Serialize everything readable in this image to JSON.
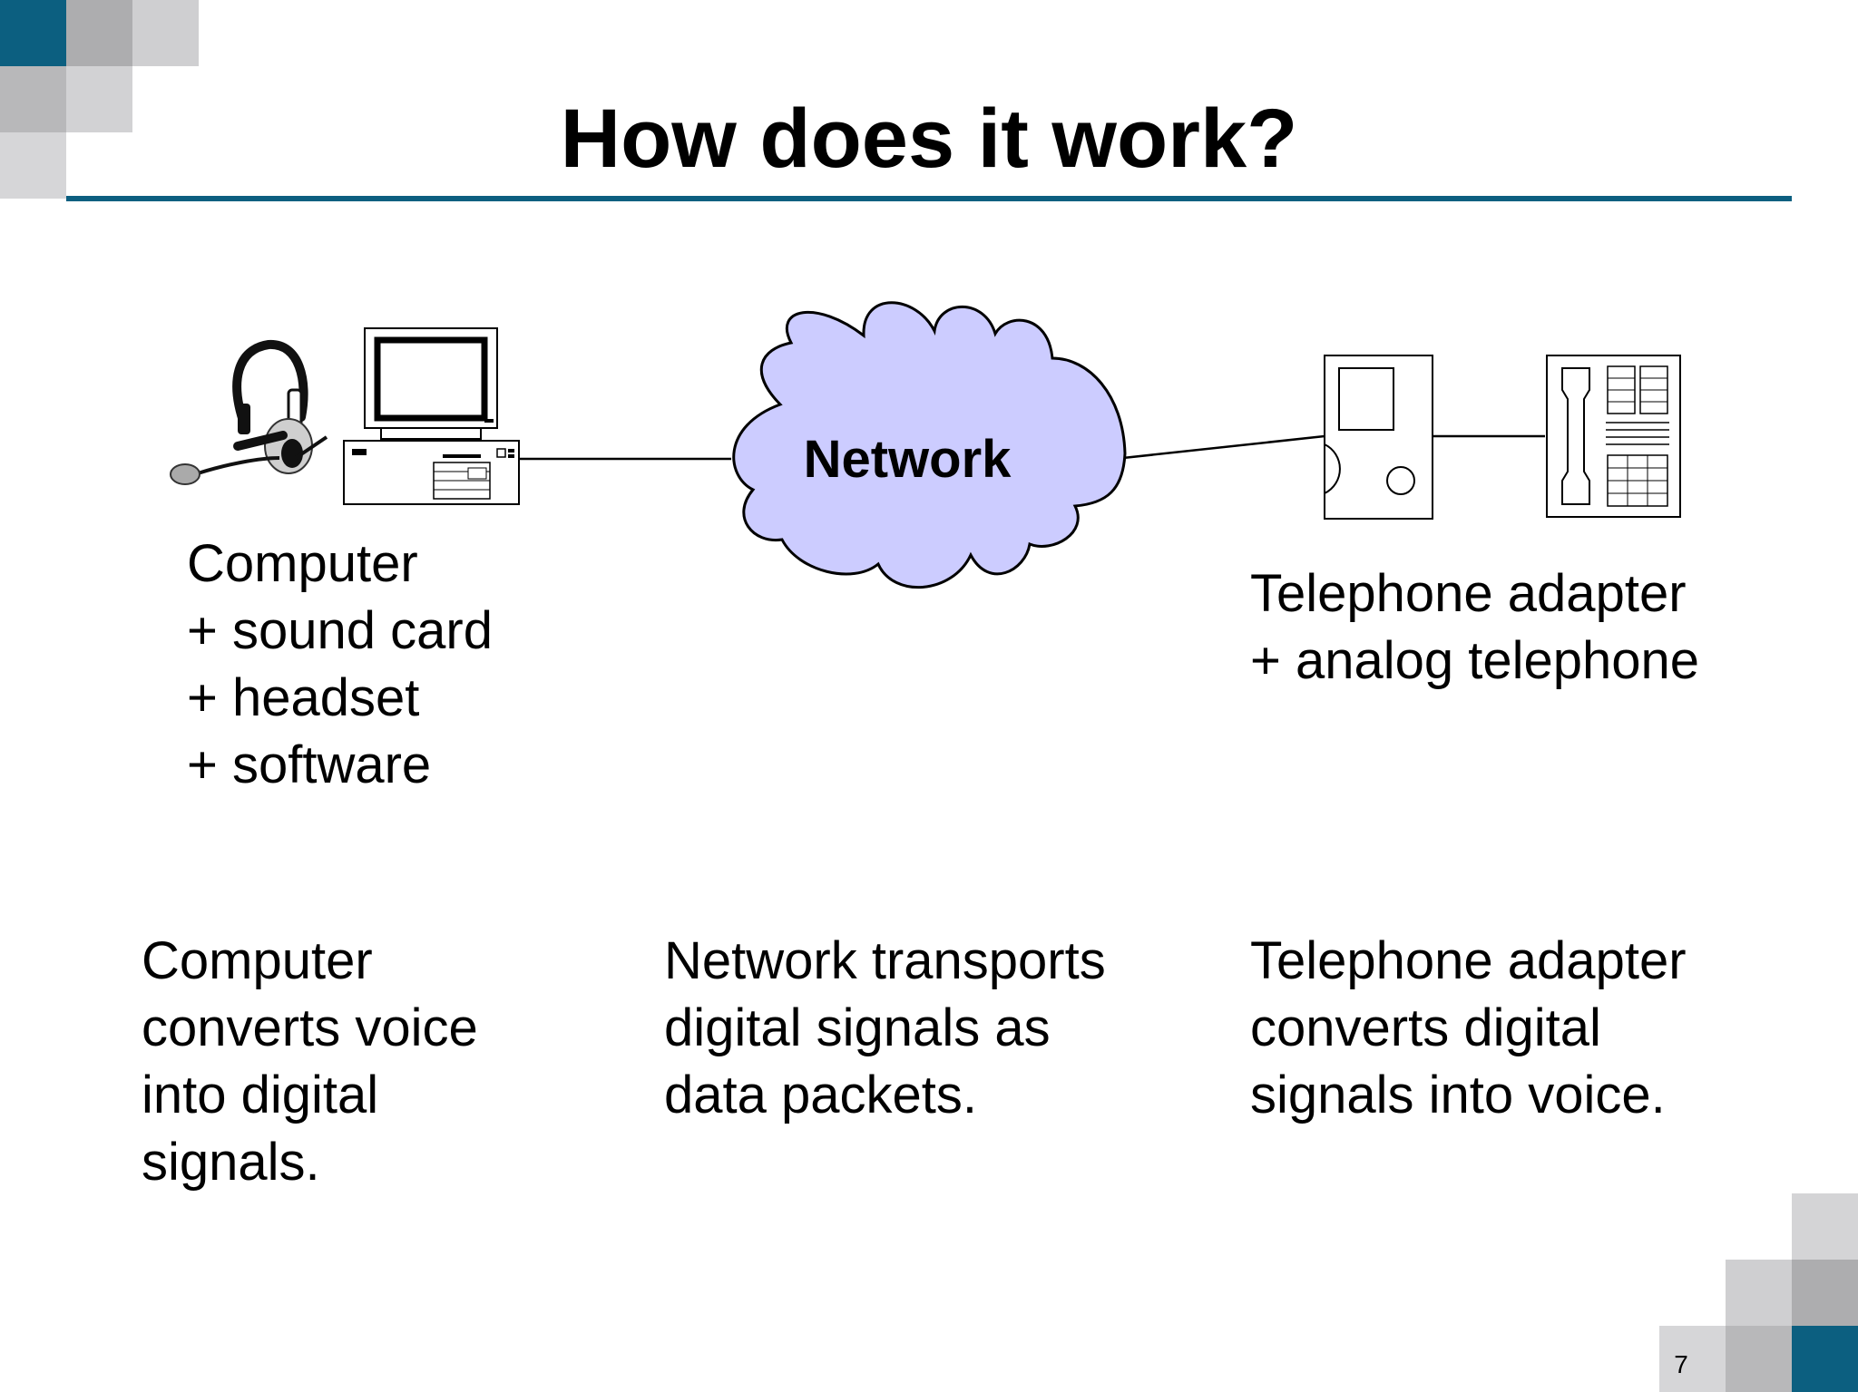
{
  "slide": {
    "title": "How does it work?",
    "page_number": "7",
    "accent_color": "#0c5f80"
  },
  "diagram": {
    "network_label": "Network",
    "computer_label": "Computer\n+ sound card\n+ headset\n+ software",
    "telephone_label": "Telephone adapter\n+ analog telephone",
    "network_fill_color": "#ccccff"
  },
  "captions": {
    "computer": "Computer\nconverts voice\ninto digital\nsignals.",
    "network": "Network transports\ndigital signals as\ndata packets.",
    "telephone": "Telephone adapter\nconverts digital\nsignals into voice."
  },
  "icons": [
    "headset-icon",
    "computer-icon",
    "network-cloud",
    "telephone-adapter-icon",
    "analog-telephone-icon"
  ]
}
